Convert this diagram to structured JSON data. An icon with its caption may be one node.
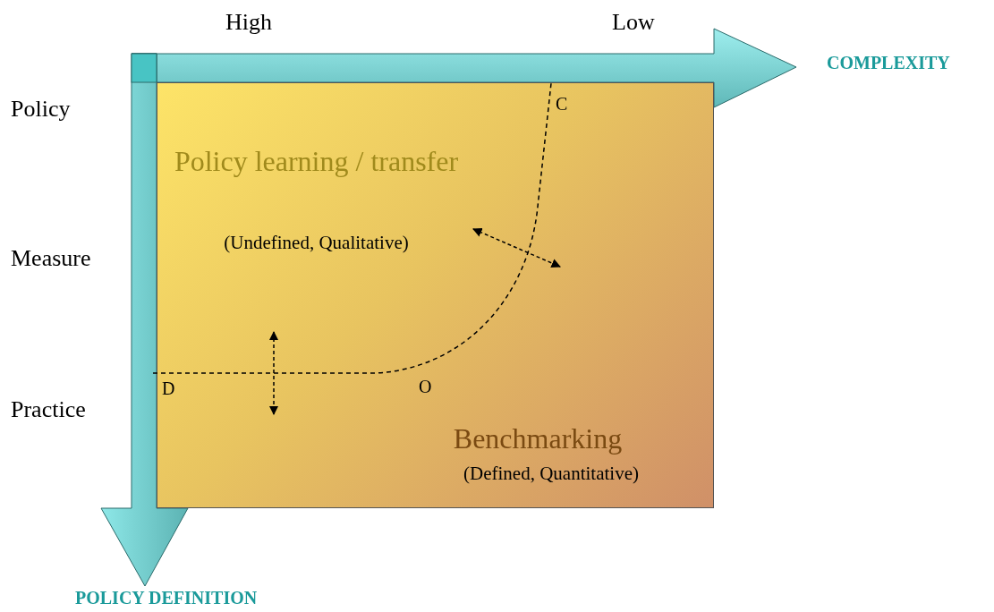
{
  "diagram": {
    "nodes": [
      {
        "text": [
          "Policy learning / transfer",
          "(Undefined, Qualitative)",
          "Benchmarking",
          "(Defined, Quantitative)"
        ]
      }
    ],
    "labels": [
      "High",
      "Low",
      "COMPLEXITY",
      "Policy",
      "Measure",
      "Practice",
      "POLICY DEFINITION",
      "C",
      "D",
      "O"
    ]
  }
}
